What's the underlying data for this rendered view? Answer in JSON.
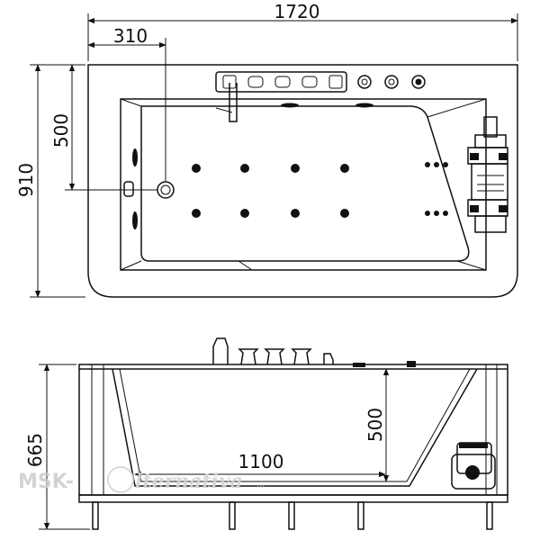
{
  "top_view": {
    "overall_length": "1720",
    "drain_offset": "310",
    "overall_width": "910",
    "drain_depth_from_edge": "500"
  },
  "side_view": {
    "overall_height": "665",
    "water_depth": "500",
    "inner_bottom_length": "1100"
  },
  "watermark": {
    "brand_left": "MSK-",
    "brand_script": "lternativa",
    "brand_suffix": ".ru",
    "color": "#cfcfcf"
  },
  "colors": {
    "line": "#111111",
    "background": "#ffffff"
  }
}
